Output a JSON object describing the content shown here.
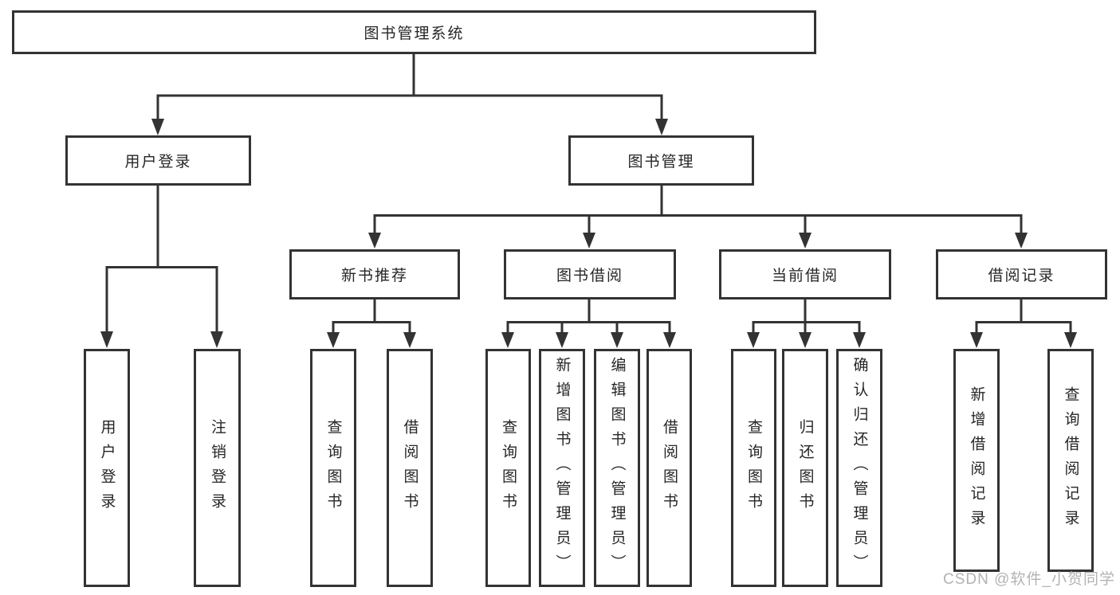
{
  "diagram": {
    "tree": {
      "label": "图书管理系统",
      "children": [
        {
          "label": "用户登录",
          "children": [
            {
              "label": "用户登录"
            },
            {
              "label": "注销登录"
            }
          ]
        },
        {
          "label": "图书管理",
          "children": [
            {
              "label": "新书推荐",
              "children": [
                {
                  "label": "查询图书"
                },
                {
                  "label": "借阅图书"
                }
              ]
            },
            {
              "label": "图书借阅",
              "children": [
                {
                  "label": "查询图书"
                },
                {
                  "label": "新增图书（管理员）"
                },
                {
                  "label": "编辑图书（管理员）"
                },
                {
                  "label": "借阅图书"
                }
              ]
            },
            {
              "label": "当前借阅",
              "children": [
                {
                  "label": "查询图书"
                },
                {
                  "label": "归还图书"
                },
                {
                  "label": "确认归还（管理员）"
                }
              ]
            },
            {
              "label": "借阅记录",
              "children": [
                {
                  "label": "新增借阅记录"
                },
                {
                  "label": "查询借阅记录"
                }
              ]
            }
          ]
        }
      ]
    },
    "colors": {
      "line": "#333333",
      "text": "#262626",
      "watermark": "#b3b3b3",
      "background": "#ffffff"
    }
  },
  "watermark": "CSDN @软件_小贺同学"
}
